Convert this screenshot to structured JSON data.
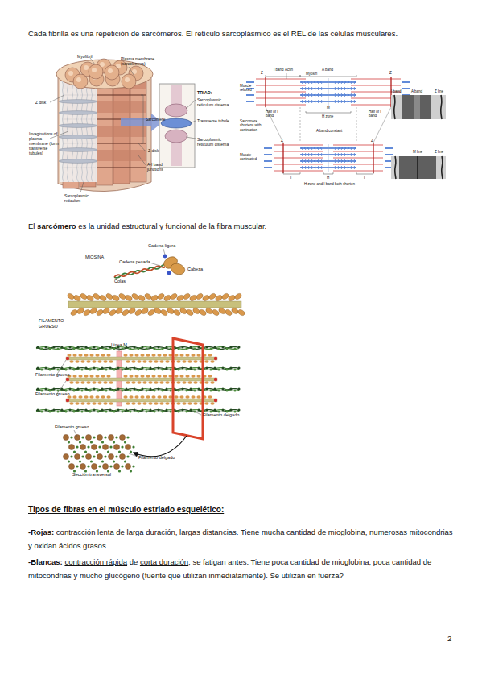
{
  "diagram": {
    "labels": [
      "Cada fibrilla es una repetición de sarcómeros. El retículo sarcoplásmico es el REL de las células musculares.",
      "Myofibril",
      "Plasma membrane (sarcolemma)",
      "Z disk",
      "Sarcomere",
      "Invaginations of plasma membrane (form transverse tubules)",
      "Z disk",
      "A-I band junctions",
      "Sarcoplasmic reticulum",
      "TRIAD:",
      "Sarcoplasmic reticulum cisterna",
      "Transverse tubule",
      "Sarcoplasmic reticulum cisterna",
      "I band",
      "Myosin",
      "A band",
      "Z",
      "Actin",
      "Z",
      "Muscle relaxed",
      "M",
      "H zone",
      "Half of I band",
      "Half of I band",
      "Sarcomere shortens with contraction",
      "A band constant",
      "Z",
      "Z",
      "Muscle contracted",
      "I",
      "H",
      "I",
      "H zone and I band both shorten",
      "I band",
      "A band",
      "Z line",
      "M line",
      "Z line",
      "El",
      "sarcómero",
      "es la unidad estructural y funcional de la fibra muscular.",
      "MIOSINA",
      "Cadena ligera",
      "Cadena pesada",
      "Cabeza",
      "Colas",
      "FILAMENTO GRUESO",
      "Línea M",
      "Filamento grueso",
      "Filamento grueso",
      "Filamento delgado",
      "Filamento grueso",
      "Filamento delgado",
      "Sección transversal",
      "Tipos de fibras en el músculo estriado esquelético:",
      "-Rojas:",
      "contracción lenta",
      "de",
      "larga duración",
      ", largas distancias. Tiene mucha cantidad de mioglobina, numerosas mitocondrias y oxidan ácidos grasos.",
      "-Blancas:",
      "contracción rápida",
      "de",
      "corta duración",
      ", se fatigan antes. Tiene poca cantidad de mioglobina, poca cantidad de mitocondrias y mucho glucógeno (fuente que utilizan inmediatamente). Se utilizan en fuerza?",
      "2"
    ]
  }
}
